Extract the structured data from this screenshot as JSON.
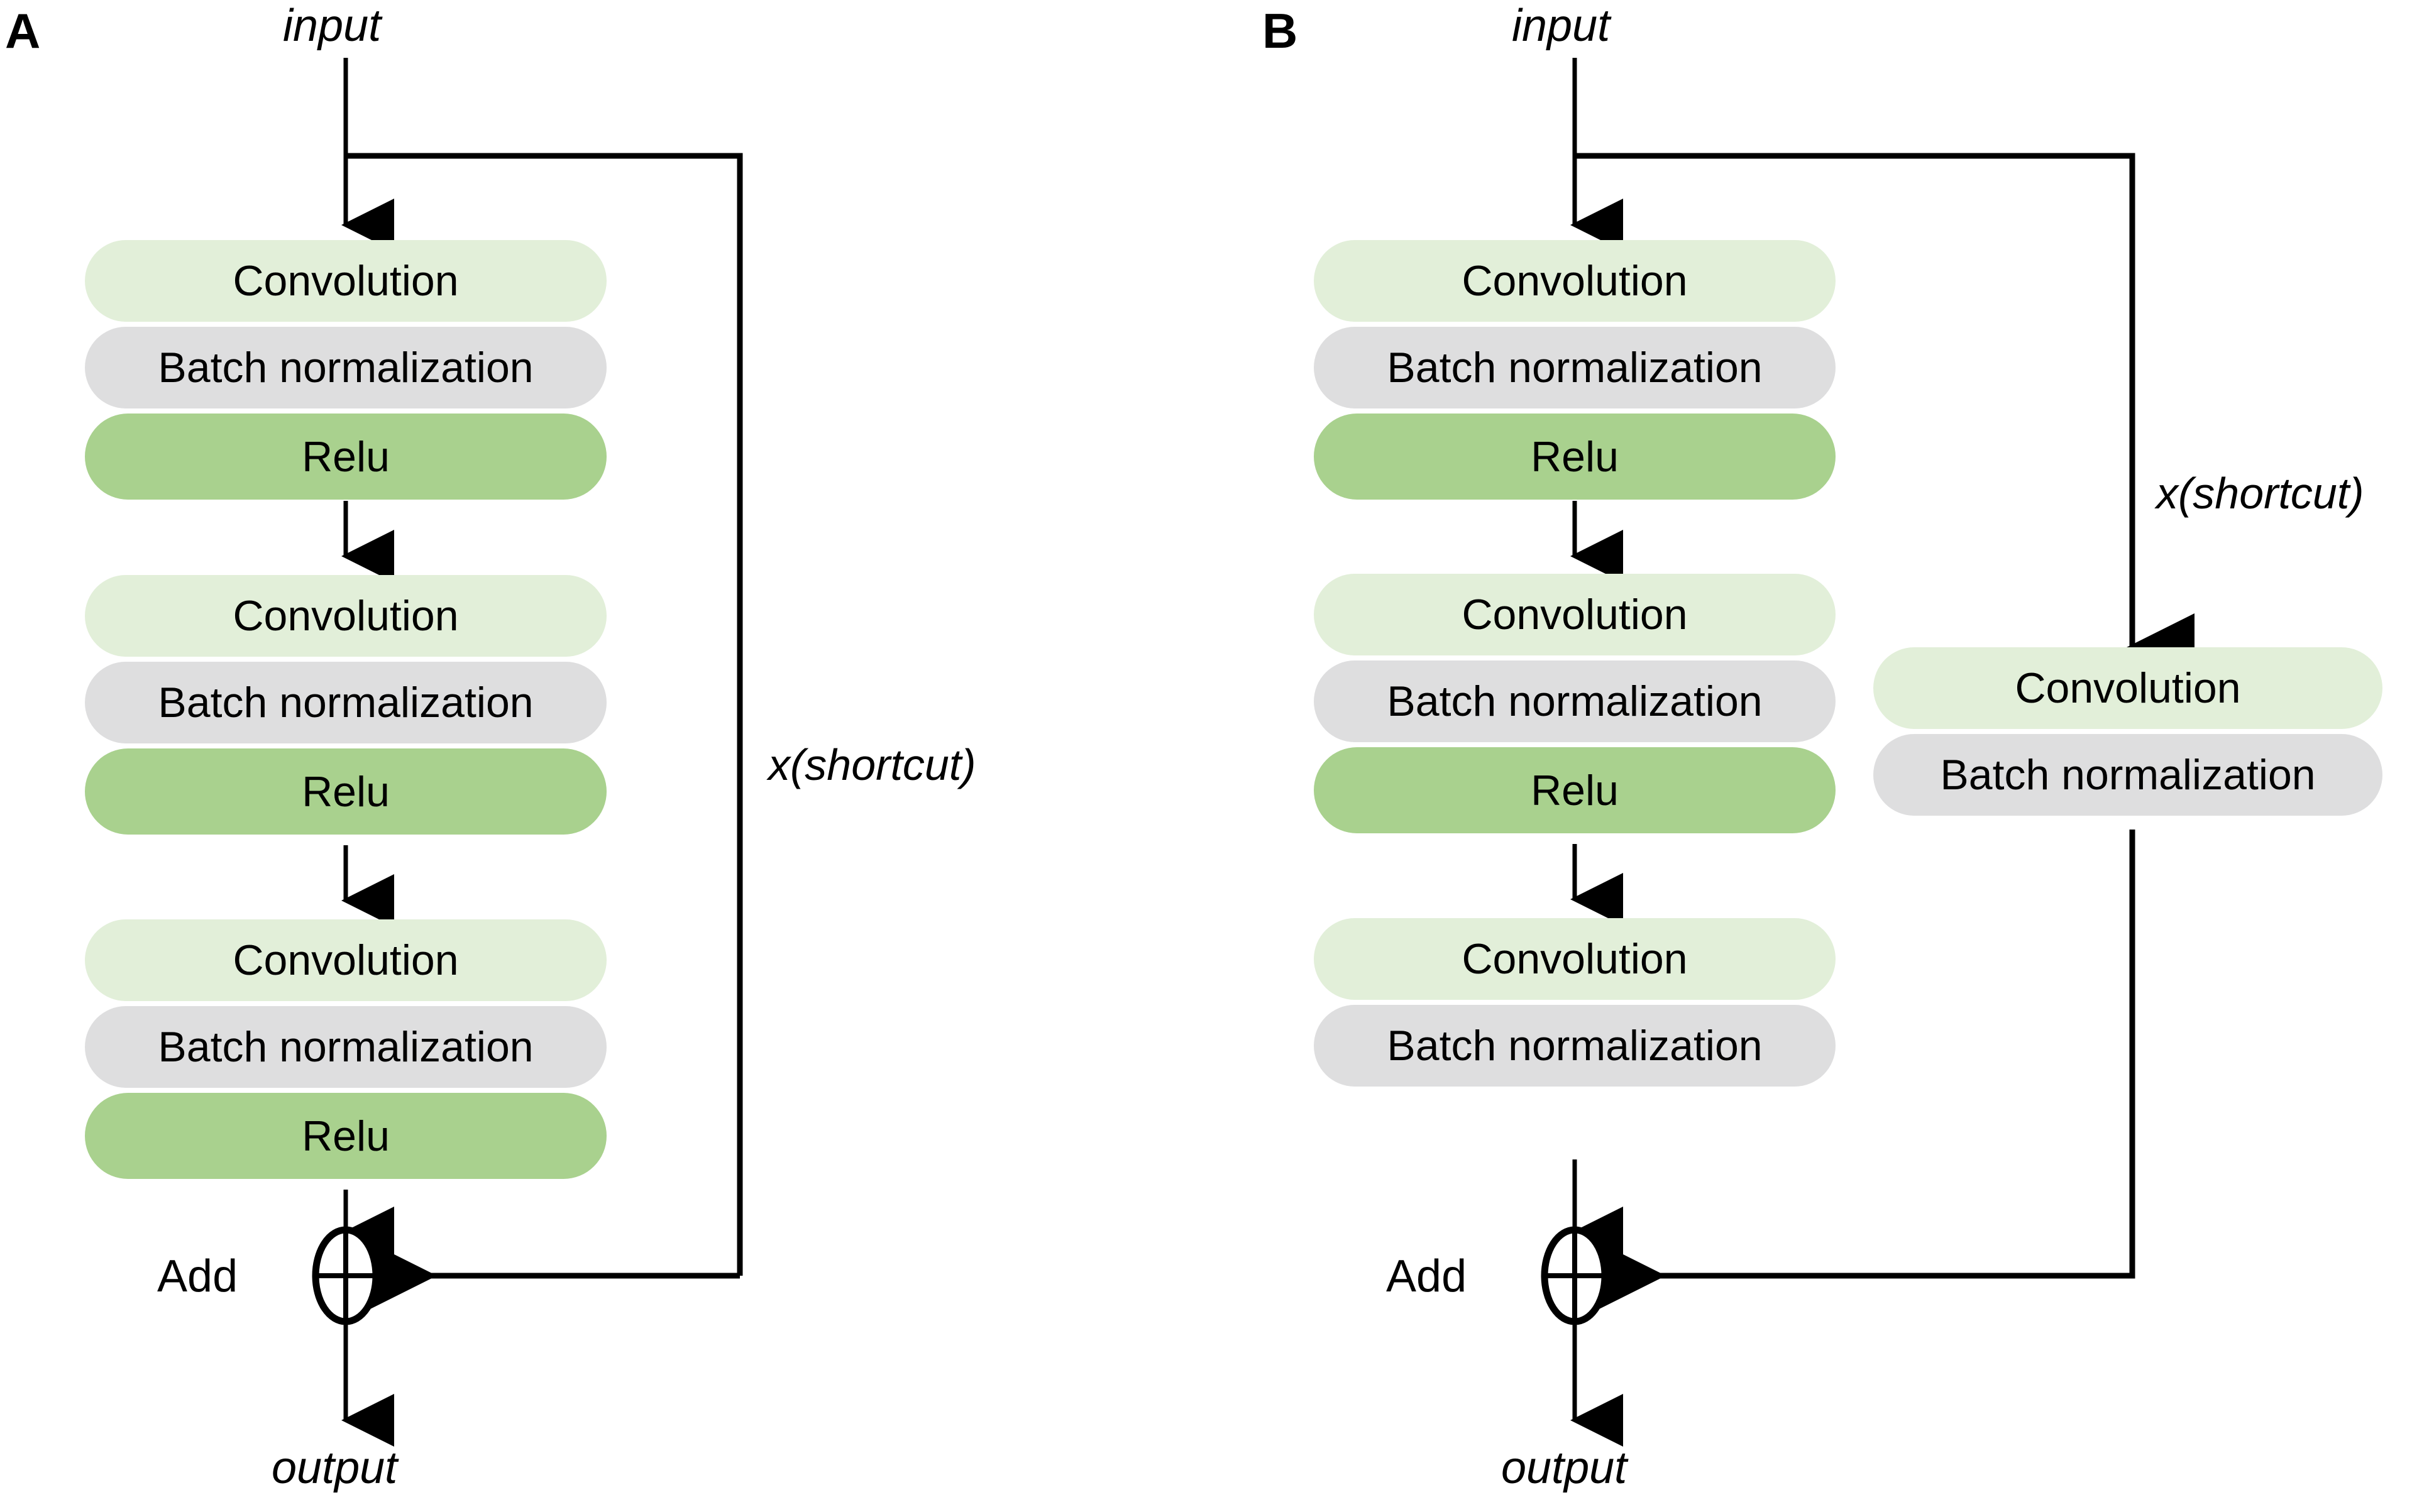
{
  "figure": {
    "type": "diagram",
    "subtype": "neural-network-residual-block",
    "background_color": "#ffffff",
    "colors": {
      "convolution": "#e2efd9",
      "batch_normalization": "#dededf",
      "relu": "#a9d18e",
      "line": "#000000",
      "text": "#000000"
    }
  },
  "panels": [
    {
      "id": "A",
      "letter": "A",
      "input_label": "input",
      "output_label": "output",
      "add_label": "Add",
      "shortcut_label": "x(shortcut)",
      "shortcut_type": "identity",
      "main_groups": [
        {
          "index": 1,
          "layers": [
            {
              "name": "Convolution",
              "style": "convolution"
            },
            {
              "name": "Batch normalization",
              "style": "batch_normalization"
            },
            {
              "name": "Relu",
              "style": "relu"
            }
          ]
        },
        {
          "index": 2,
          "layers": [
            {
              "name": "Convolution",
              "style": "convolution"
            },
            {
              "name": "Batch normalization",
              "style": "batch_normalization"
            },
            {
              "name": "Relu",
              "style": "relu"
            }
          ]
        },
        {
          "index": 3,
          "layers": [
            {
              "name": "Convolution",
              "style": "convolution"
            },
            {
              "name": "Batch normalization",
              "style": "batch_normalization"
            },
            {
              "name": "Relu",
              "style": "relu"
            }
          ]
        }
      ],
      "shortcut_layers": []
    },
    {
      "id": "B",
      "letter": "B",
      "input_label": "input",
      "output_label": "output",
      "add_label": "Add",
      "shortcut_label": "x(shortcut)",
      "shortcut_type": "projection",
      "main_groups": [
        {
          "index": 1,
          "layers": [
            {
              "name": "Convolution",
              "style": "convolution"
            },
            {
              "name": "Batch normalization",
              "style": "batch_normalization"
            },
            {
              "name": "Relu",
              "style": "relu"
            }
          ]
        },
        {
          "index": 2,
          "layers": [
            {
              "name": "Convolution",
              "style": "convolution"
            },
            {
              "name": "Batch normalization",
              "style": "batch_normalization"
            },
            {
              "name": "Relu",
              "style": "relu"
            }
          ]
        },
        {
          "index": 3,
          "layers": [
            {
              "name": "Convolution",
              "style": "convolution"
            },
            {
              "name": "Batch normalization",
              "style": "batch_normalization"
            }
          ]
        }
      ],
      "shortcut_layers": [
        {
          "name": "Convolution",
          "style": "convolution"
        },
        {
          "name": "Batch normalization",
          "style": "batch_normalization"
        }
      ]
    }
  ]
}
